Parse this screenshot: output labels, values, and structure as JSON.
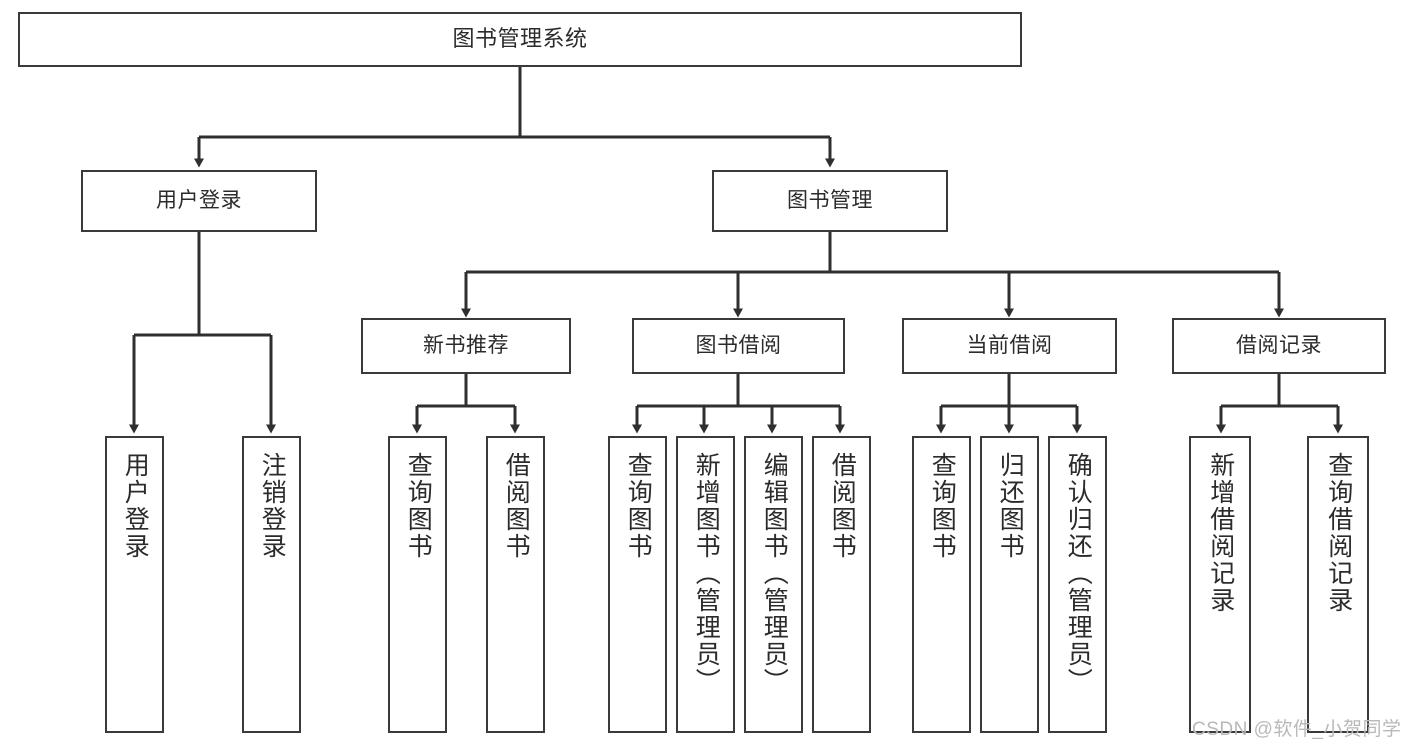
{
  "diagram": {
    "title": "图书管理系统",
    "type": "tree-hierarchy-chart",
    "root": {
      "label": "图书管理系统"
    },
    "level2": [
      {
        "label": "用户登录"
      },
      {
        "label": "图书管理"
      }
    ],
    "level3": [
      {
        "label": "新书推荐"
      },
      {
        "label": "图书借阅"
      },
      {
        "label": "当前借阅"
      },
      {
        "label": "借阅记录"
      }
    ],
    "leaves_user_login": [
      {
        "label": "用户登录"
      },
      {
        "label": "注销登录"
      }
    ],
    "leaves_new_book": [
      {
        "label": "查询图书"
      },
      {
        "label": "借阅图书"
      }
    ],
    "leaves_borrow": [
      {
        "label": "查询图书"
      },
      {
        "label": "新增图书（管理员）"
      },
      {
        "label": "编辑图书（管理员）"
      },
      {
        "label": "借阅图书"
      }
    ],
    "leaves_current": [
      {
        "label": "查询图书"
      },
      {
        "label": "归还图书"
      },
      {
        "label": "确认归还（管理员）"
      }
    ],
    "leaves_records": [
      {
        "label": "新增借阅记录"
      },
      {
        "label": "查询借阅记录"
      }
    ]
  },
  "watermark": {
    "text": "CSDN @软件_小贺同学"
  },
  "colors": {
    "box_border": "#3a3a3a",
    "box_fill": "#ffffff",
    "line": "#2f2f2f",
    "text": "#2b2b2b",
    "watermark": "#b9b9b9"
  }
}
